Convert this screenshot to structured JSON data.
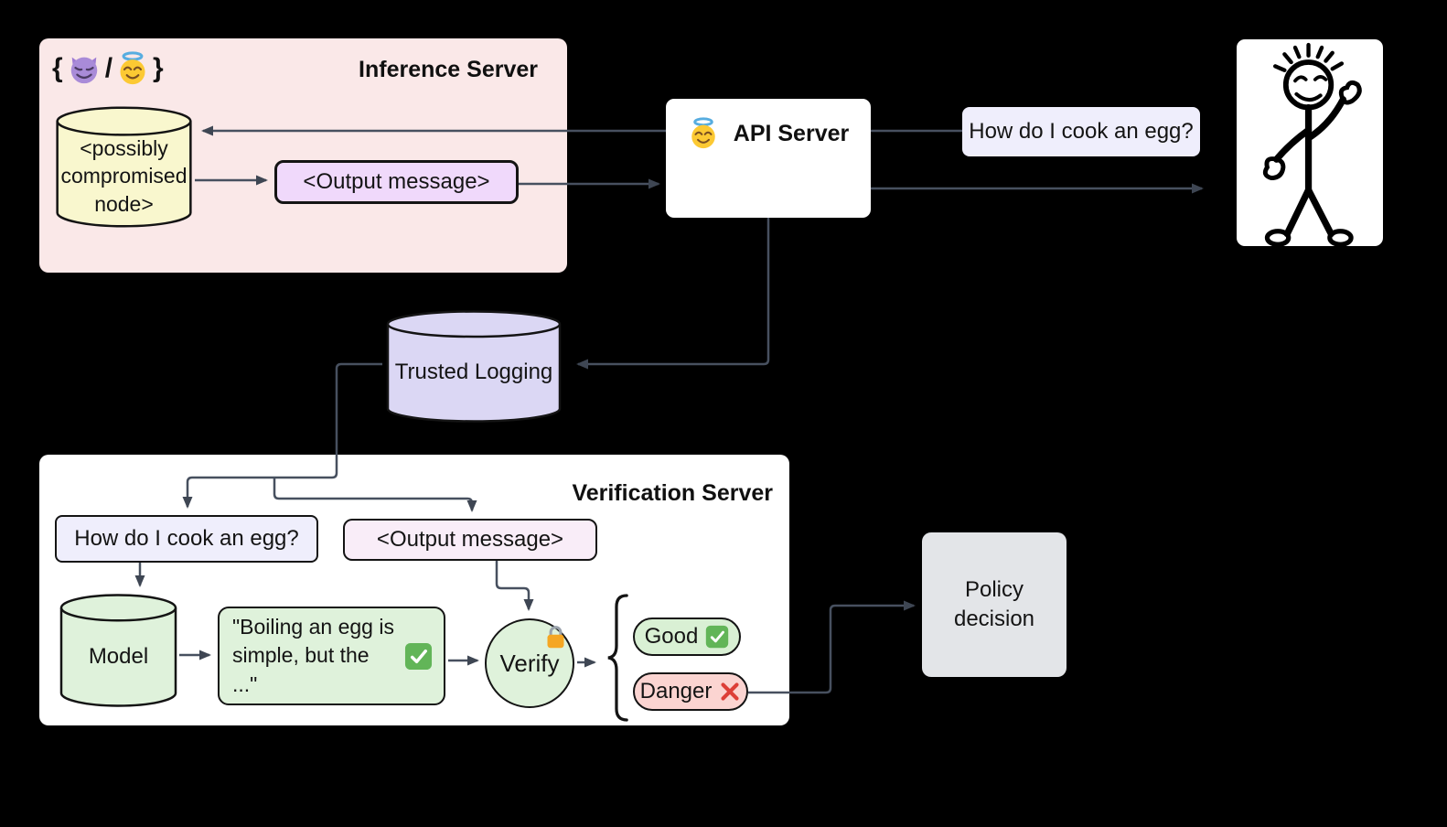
{
  "inference_server": {
    "title": "Inference Server",
    "actor_brace_open": "{",
    "actor_separator": "/",
    "actor_brace_close": "}",
    "node_label": "<possibly compromised node>",
    "output_label": "<Output message>"
  },
  "api_server": {
    "title": "API Server"
  },
  "user": {
    "query_label": "How do I cook an egg?"
  },
  "trusted_logging": {
    "label": "Trusted Logging"
  },
  "verification_server": {
    "title": "Verification Server",
    "query_label": "How do I cook an egg?",
    "output_label": "<Output message>",
    "model_label": "Model",
    "completion_label": "\"Boiling an egg is simple, but the ...\"",
    "verify_label": "Verify",
    "good_label": "Good",
    "danger_label": "Danger"
  },
  "policy": {
    "label": "Policy decision"
  },
  "icons": {
    "devil": "smiling-devil-emoji",
    "angel": "smiling-angel-halo-emoji",
    "lock": "locked-orange-padlock",
    "check": "green-check-mark-button",
    "cross": "red-cross-mark",
    "person": "waving-stick-figure",
    "brace": "left-curly-brace"
  },
  "colors": {
    "background": "#000000",
    "inference_bg": "#FAE8E8",
    "node_cylinder_yellow": "#F9F7CE",
    "output_purple": "#F0D9FB",
    "query_lavender": "#EFEEFC",
    "logging_lavender": "#DBD7F4",
    "verification_bg": "#FFFFFF",
    "output_pink": "#F9EDF8",
    "verify_green": "#DFF2DB",
    "good_green": "#D9F0D4",
    "danger_red": "#FBD4D1",
    "policy_gray": "#E3E5E8",
    "arrow": "#47505F"
  }
}
